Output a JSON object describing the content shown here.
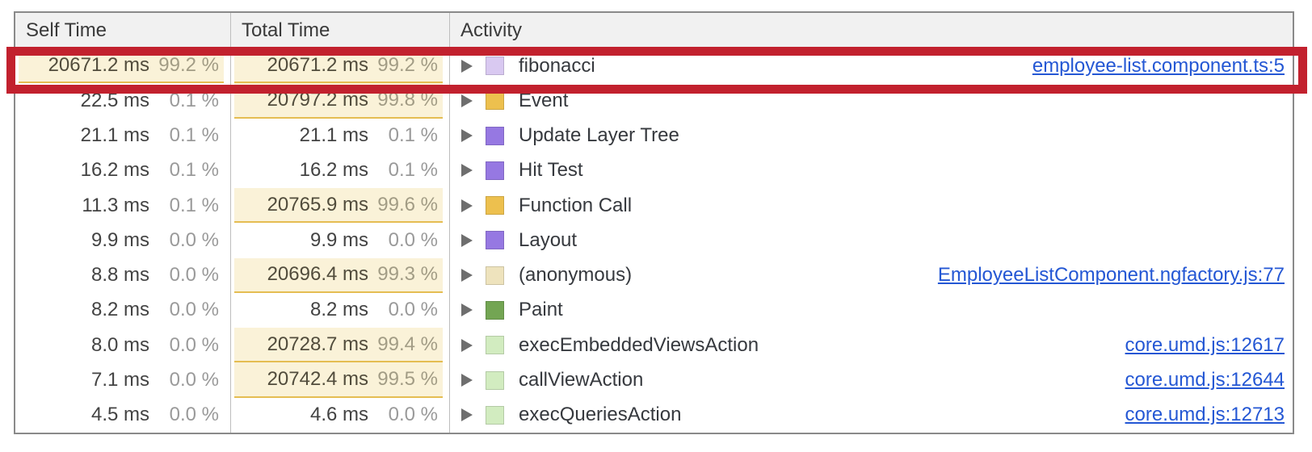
{
  "table": {
    "columns": [
      {
        "label": "Self Time"
      },
      {
        "label": "Total Time"
      },
      {
        "label": "Activity"
      }
    ],
    "rows": [
      {
        "self": {
          "ms": "20671.2 ms",
          "pct": "99.2 %",
          "hl": true
        },
        "total": {
          "ms": "20671.2 ms",
          "pct": "99.2 %",
          "hl": true
        },
        "activity": {
          "label": "fibonacci",
          "swatch": "#d9c9f1",
          "swatch_name": "scripting-js-frame-swatch",
          "pattern": true
        },
        "link": "employee-list.component.ts:5",
        "annotated": true
      },
      {
        "self": {
          "ms": "22.5 ms",
          "pct": "0.1 %",
          "hl": false
        },
        "total": {
          "ms": "20797.2 ms",
          "pct": "99.8 %",
          "hl": true
        },
        "activity": {
          "label": "Event",
          "swatch": "#edc04e",
          "swatch_name": "scripting-event-swatch",
          "pattern": true
        },
        "link": null,
        "annotated": false
      },
      {
        "self": {
          "ms": "21.1 ms",
          "pct": "0.1 %",
          "hl": false
        },
        "total": {
          "ms": "21.1 ms",
          "pct": "0.1 %",
          "hl": false
        },
        "activity": {
          "label": "Update Layer Tree",
          "swatch": "#9678e2",
          "swatch_name": "rendering-swatch",
          "pattern": false
        },
        "link": null,
        "annotated": false
      },
      {
        "self": {
          "ms": "16.2 ms",
          "pct": "0.1 %",
          "hl": false
        },
        "total": {
          "ms": "16.2 ms",
          "pct": "0.1 %",
          "hl": false
        },
        "activity": {
          "label": "Hit Test",
          "swatch": "#9678e2",
          "swatch_name": "rendering-swatch",
          "pattern": false
        },
        "link": null,
        "annotated": false
      },
      {
        "self": {
          "ms": "11.3 ms",
          "pct": "0.1 %",
          "hl": false
        },
        "total": {
          "ms": "20765.9 ms",
          "pct": "99.6 %",
          "hl": true
        },
        "activity": {
          "label": "Function Call",
          "swatch": "#edc04e",
          "swatch_name": "scripting-function-call-swatch",
          "pattern": true
        },
        "link": null,
        "annotated": false
      },
      {
        "self": {
          "ms": "9.9 ms",
          "pct": "0.0 %",
          "hl": false
        },
        "total": {
          "ms": "9.9 ms",
          "pct": "0.0 %",
          "hl": false
        },
        "activity": {
          "label": "Layout",
          "swatch": "#9678e2",
          "swatch_name": "rendering-layout-swatch",
          "pattern": false
        },
        "link": null,
        "annotated": false
      },
      {
        "self": {
          "ms": "8.8 ms",
          "pct": "0.0 %",
          "hl": false
        },
        "total": {
          "ms": "20696.4 ms",
          "pct": "99.3 %",
          "hl": true
        },
        "activity": {
          "label": "(anonymous)",
          "swatch": "#eee3bd",
          "swatch_name": "scripting-anonymous-swatch",
          "pattern": true
        },
        "link": "EmployeeListComponent.ngfactory.js:77",
        "annotated": false
      },
      {
        "self": {
          "ms": "8.2 ms",
          "pct": "0.0 %",
          "hl": false
        },
        "total": {
          "ms": "8.2 ms",
          "pct": "0.0 %",
          "hl": false
        },
        "activity": {
          "label": "Paint",
          "swatch": "#73a553",
          "swatch_name": "painting-swatch",
          "pattern": false
        },
        "link": null,
        "annotated": false
      },
      {
        "self": {
          "ms": "8.0 ms",
          "pct": "0.0 %",
          "hl": false
        },
        "total": {
          "ms": "20728.7 ms",
          "pct": "99.4 %",
          "hl": true
        },
        "activity": {
          "label": "execEmbeddedViewsAction",
          "swatch": "#d2ecc0",
          "swatch_name": "scripting-light-green-swatch",
          "pattern": true
        },
        "link": "core.umd.js:12617",
        "annotated": false
      },
      {
        "self": {
          "ms": "7.1 ms",
          "pct": "0.0 %",
          "hl": false
        },
        "total": {
          "ms": "20742.4 ms",
          "pct": "99.5 %",
          "hl": true
        },
        "activity": {
          "label": "callViewAction",
          "swatch": "#d2ecc0",
          "swatch_name": "scripting-light-green-swatch",
          "pattern": true
        },
        "link": "core.umd.js:12644",
        "annotated": false
      },
      {
        "self": {
          "ms": "4.5 ms",
          "pct": "0.0 %",
          "hl": false
        },
        "total": {
          "ms": "4.6 ms",
          "pct": "0.0 %",
          "hl": false
        },
        "activity": {
          "label": "execQueriesAction",
          "swatch": "#d2ecc0",
          "swatch_name": "scripting-light-green-swatch",
          "pattern": true
        },
        "link": "core.umd.js:12713",
        "annotated": false
      }
    ]
  },
  "annotation": {
    "highlighted_row": "fibonacci",
    "color": "#c2212e"
  },
  "colors": {
    "link_blue": "#2457d4",
    "highlight_cell_bg": "#faf2d8",
    "highlight_cell_border": "#e5bd52",
    "header_bg": "#f1f1f1",
    "table_border": "#8a8a8a"
  }
}
